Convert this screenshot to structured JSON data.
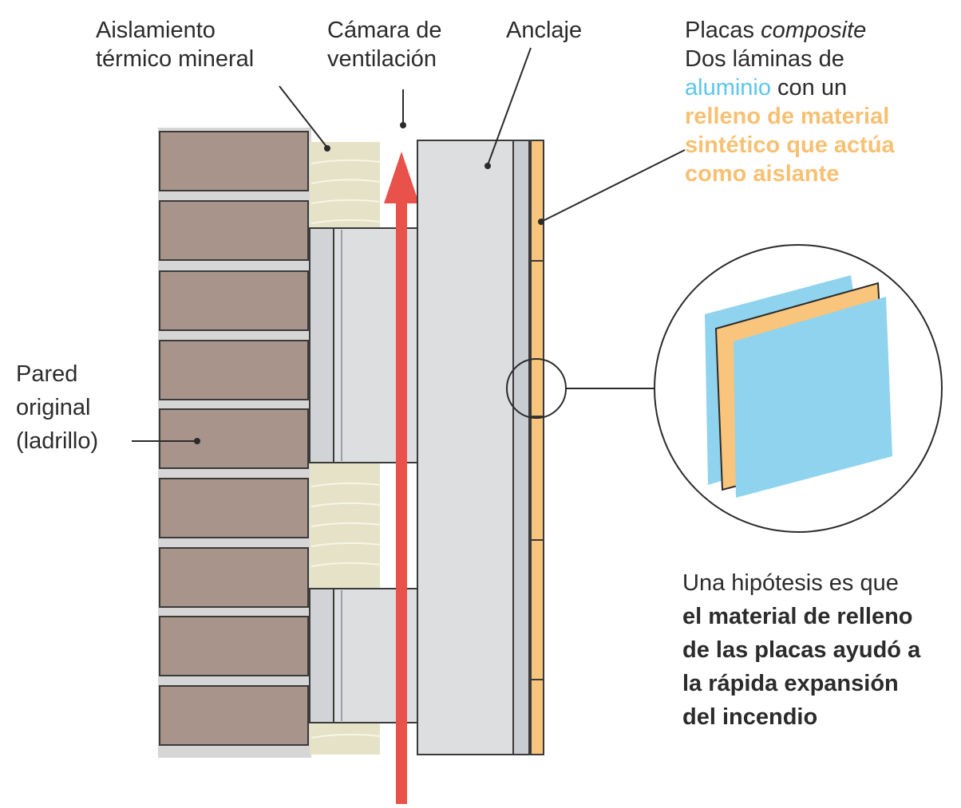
{
  "labels": {
    "insulation": {
      "line1": "Aislamiento",
      "line2": "térmico mineral"
    },
    "ventilation": {
      "line1": "Cámara de",
      "line2": "ventilación"
    },
    "anchor": "Anclaje",
    "panels": {
      "title_plain": "Placas ",
      "title_italic": "composite",
      "desc_line1": "Dos láminas de",
      "desc_aluminum": "aluminio",
      "desc_con_un": " con un",
      "fill_line1": "relleno de material",
      "fill_line2": "sintético que actúa",
      "fill_line3": "como aislante"
    },
    "wall": {
      "line1": "Pared",
      "line2": "original",
      "line3": "(ladrillo)"
    },
    "hypothesis": {
      "line1": "Una hipótesis es que",
      "line2": "el material de relleno",
      "line3": "de las placas ayudó a",
      "line4": "la rápida expansión",
      "line5": "del incendio"
    }
  },
  "colors": {
    "brick": "#a8948a",
    "mortar": "#d4d4d4",
    "insulation": "#e6e2c7",
    "panel": "#dcdee0",
    "aluminum": "#8fd3ef",
    "filler": "#f9c47c",
    "arrow": "#e8524a",
    "text": "#2b2b2b"
  }
}
